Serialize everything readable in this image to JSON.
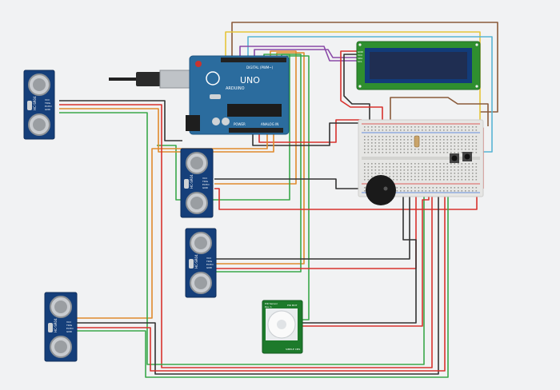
{
  "canvas": {
    "background": "#f1f2f3"
  },
  "arduino": {
    "brand_label": "ARDUINO",
    "model_label": "UNO",
    "digital_label": "DIGITAL (PWM~)",
    "power_label": "POWER",
    "analog_label": "ANALOG IN",
    "board_color": "#2b6c9e",
    "chip_color": "#1c1c1c"
  },
  "lcd": {
    "pin_labels": [
      "GND",
      "VCC",
      "SDA",
      "SCL"
    ],
    "bezel_color": "#123c7a",
    "screen_color": "#1f2e52",
    "board_color": "#2f8f2f"
  },
  "ultrasonic_sensors": [
    {
      "model_label": "HC-SR04",
      "pin_labels": [
        "VCC",
        "TRIG",
        "ECHO",
        "GND"
      ]
    },
    {
      "model_label": "HC-SR04",
      "pin_labels": [
        "VCC",
        "TRIG",
        "ECHO",
        "GND"
      ]
    },
    {
      "model_label": "HC-SR04",
      "pin_labels": [
        "VCC",
        "TRIG",
        "ECHO",
        "GND"
      ]
    },
    {
      "model_label": "HC-SR04",
      "pin_labels": [
        "VCC",
        "TRIG",
        "ECHO",
        "GND"
      ]
    }
  ],
  "pir": {
    "title_label": "PIR Sensor",
    "subtitle_label": "Rev A",
    "top_right_label": "PIR MOT",
    "bottom_right_label": "SIMPLE CMS",
    "board_color": "#1d7a2b"
  },
  "wire_colors": {
    "red": "#d8322e",
    "black": "#333333",
    "green": "#3aa84a",
    "orange": "#e08a2c",
    "yellow": "#e6c43a",
    "brown": "#8a5a3a",
    "purple": "#8a4aa8",
    "cyan": "#59b4d4"
  }
}
